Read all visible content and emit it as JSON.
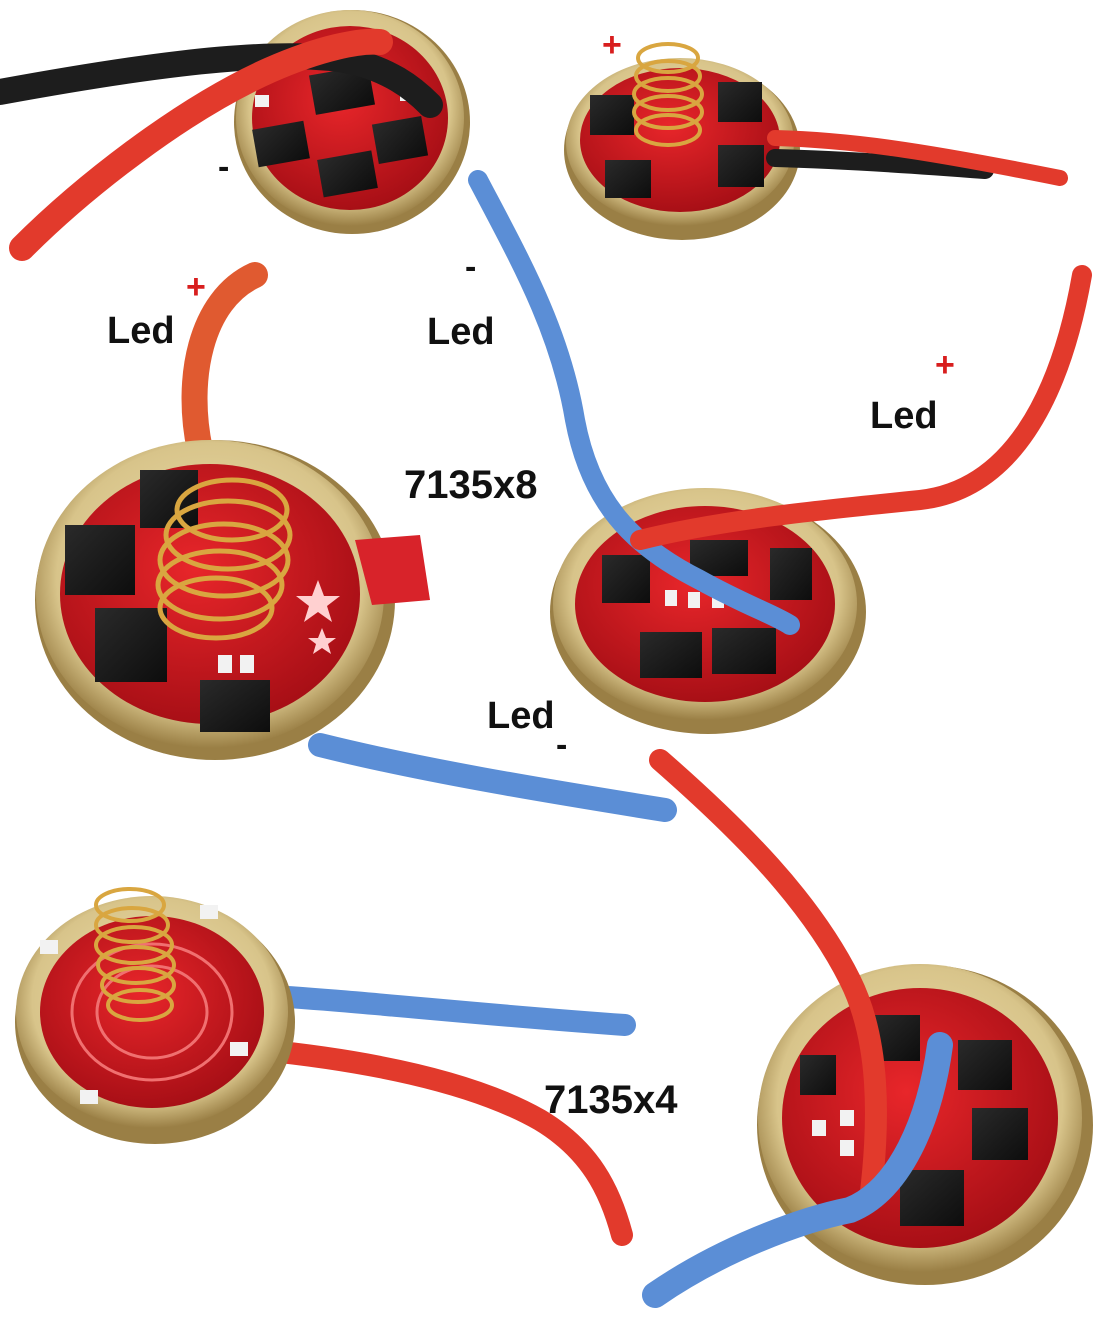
{
  "colors": {
    "background": "#ffffff",
    "pcb_red": "#c8161e",
    "pcb_gold_rim": "#d8c48a",
    "wire_red": "#e23a2c",
    "wire_blue": "#5b8ed6",
    "wire_black": "#1d1d1d",
    "chip_black": "#1b1b1b",
    "spring_gold": "#d9a640",
    "plus_sign": "#d81e1e",
    "label_text": "#111111"
  },
  "labels": {
    "led_plus_left": "Led",
    "led_minus_center": "Led",
    "led_plus_right": "Led",
    "led_minus_lower": "Led",
    "model_8": "7135x8",
    "model_4": "7135x4"
  },
  "signs": {
    "plus": "+",
    "minus": "-"
  },
  "boards": [
    {
      "name": "driver-board-top-left",
      "components": "wired driver board, red/black leads"
    },
    {
      "name": "driver-board-top-right",
      "components": "driver board with spring"
    },
    {
      "name": "driver-board-7135x8-spring-side",
      "components": "spring side"
    },
    {
      "name": "driver-board-7135x8-chip-side",
      "components": "chip side"
    },
    {
      "name": "driver-board-7135x4-spring-side",
      "components": "spring side"
    },
    {
      "name": "driver-board-7135x4-chip-side",
      "components": "chip side"
    }
  ]
}
